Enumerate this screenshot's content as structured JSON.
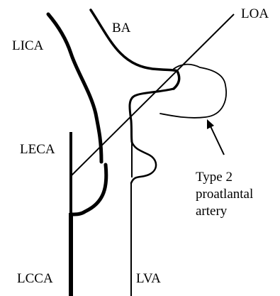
{
  "diagram": {
    "labels": {
      "lica": "LICA",
      "ba": "BA",
      "loa": "LOA",
      "leca": "LECA",
      "type2": "Type 2",
      "proatlantal": "proatlantal",
      "artery": "artery",
      "lcca": "LCCA",
      "lva": "LVA"
    }
  }
}
